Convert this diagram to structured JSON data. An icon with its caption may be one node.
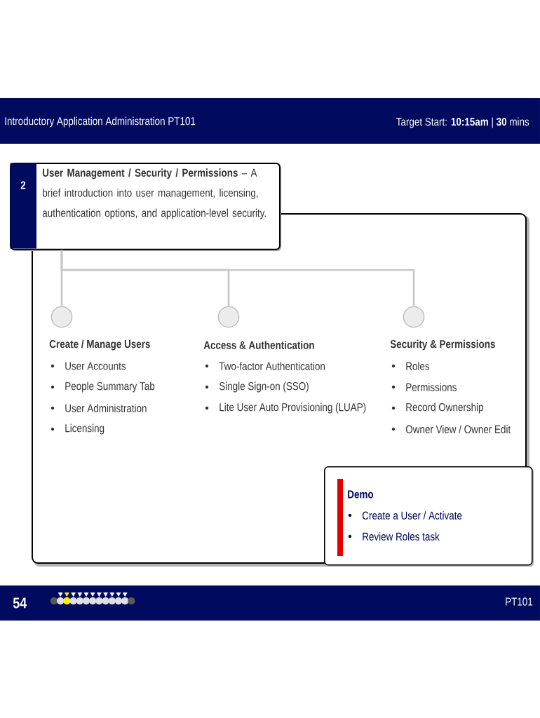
{
  "diagram": {
    "title": "Introductory Application Administration PT101",
    "nodes": [
      {
        "text": [
          "2",
          "**User Management / Security / Permissions** – A brief introduction into user management, licensing, authentication options, and application-level security."
        ]
      },
      {
        "text": [],
        "shape": "circle",
        "beside": [
          "Create / Manage Users",
          "User Accounts",
          "People Summary Tab",
          "User Administration",
          "Licensing"
        ]
      },
      {
        "text": [],
        "shape": "circle",
        "beside": [
          "Access & Authentication",
          "Two-factor Authentication",
          "Single Sign-on (SSO)",
          "Lite User Auto Provisioning (LUAP)"
        ]
      },
      {
        "text": [],
        "shape": "circle",
        "beside": [
          "Security & Permissions",
          "Roles",
          "Permissions",
          "Record Ownership",
          "Owner View / Owner Edit"
        ]
      },
      {
        "text": [
          "Demo",
          "Create a User / Activate",
          "Review Roles task"
        ]
      }
    ],
    "edges": [
      {
        "from": 0,
        "to": 1,
        "arrow": "none"
      },
      {
        "from": 0,
        "to": 2,
        "arrow": "none"
      },
      {
        "from": 0,
        "to": 3,
        "arrow": "none"
      }
    ],
    "labels": [
      "Target Start: **10:15am** | **30** mins",
      "54",
      "PT101"
    ]
  }
}
